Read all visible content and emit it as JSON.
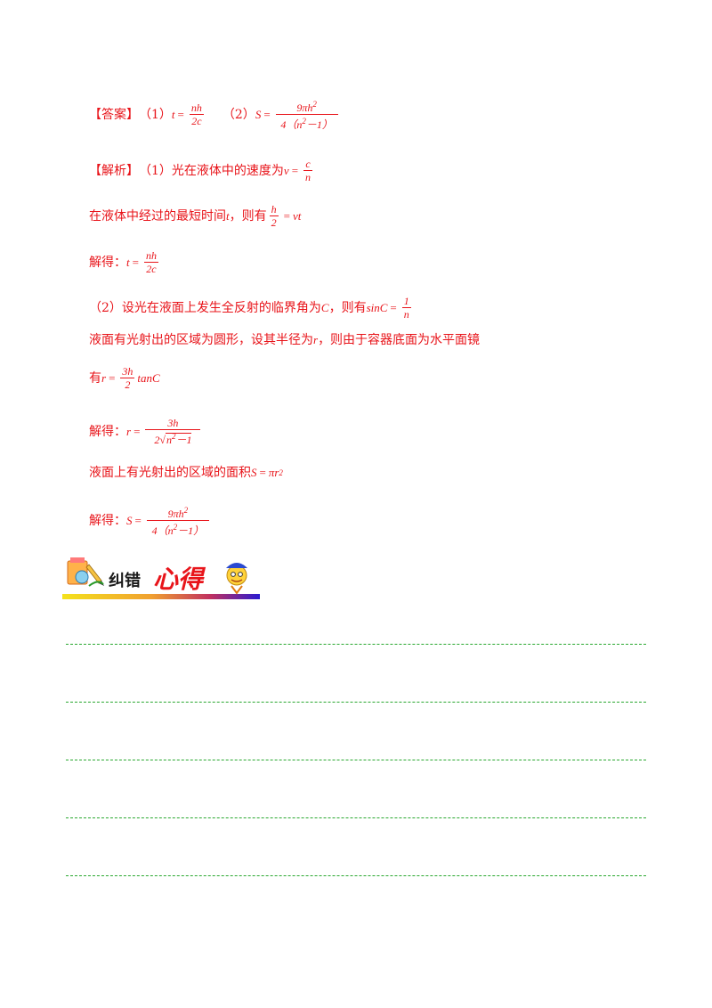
{
  "answer": {
    "label": "【答案】",
    "part1_marker": "（1）",
    "part1_var": "t",
    "part1_num": "nh",
    "part1_den": "2c",
    "part2_marker": "（2）",
    "part2_var": "S",
    "part2_num": "9πh",
    "part2_num_sup": "2",
    "part2_den_pre": "4（n",
    "part2_den_sup": "2",
    "part2_den_post": "－1）"
  },
  "analysis": {
    "label": "【解析】",
    "line1_text": "（1）光在液体中的速度为",
    "line1_var": "v",
    "line1_num": "c",
    "line1_den": "n",
    "line2_text": "在液体中经过的最短时间",
    "line2_t": "t",
    "line2_text2": "，则有",
    "line2_num": "h",
    "line2_den": "2",
    "line2_rhs": "vt",
    "line3_text": "解得：",
    "line3_var": "t",
    "line3_num": "nh",
    "line3_den": "2c",
    "line4_text": "（2）设光在液面上发生全反射的临界角为",
    "line4_C": "C",
    "line4_text2": "，则有",
    "line4_lhs": "sinC",
    "line4_num": "1",
    "line4_den": "n",
    "line5_text": "液面有光射出的区域为圆形，设其半径为",
    "line5_r": "r",
    "line5_text2": "，则由于容器底面为水平面镜",
    "line6_text": "有",
    "line6_var": "r",
    "line6_num": "3h",
    "line6_den": "2",
    "line6_rhs": "tanC",
    "line7_text": "解得：",
    "line7_var": "r",
    "line7_num": "3h",
    "line7_den_pre": "2",
    "line7_den_rad": "n",
    "line7_den_sup": "2",
    "line7_den_post": "－1",
    "line8_text": "液面上有光射出的区域的面积",
    "line8_var": "S",
    "line8_rhs": "πr",
    "line8_sup": "2",
    "line9_text": "解得：",
    "line9_var": "S",
    "line9_num": "9πh",
    "line9_num_sup": "2",
    "line9_den_pre": "4（n",
    "line9_den_sup": "2",
    "line9_den_post": "－1）"
  },
  "banner": {
    "text1": "纠错",
    "text2": "心得",
    "colors": {
      "text1": "#1a1a1a",
      "text2": "#e8141a",
      "bar_start": "#f4e21c",
      "bar_end": "#2a1bd0"
    }
  },
  "lines": {
    "count": 5,
    "color": "#2aa830"
  }
}
